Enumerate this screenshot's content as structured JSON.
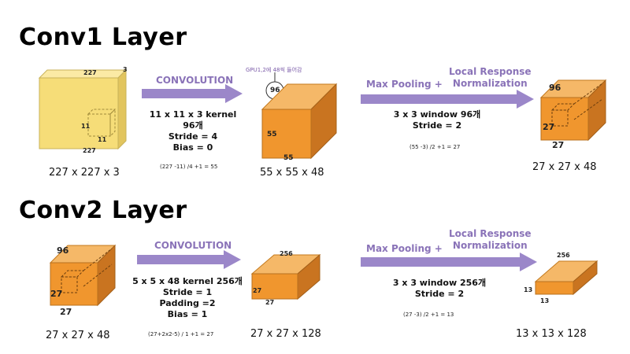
{
  "colors": {
    "arrow": "#9b87c9",
    "input": "#f6dd78",
    "block": "#f0962e",
    "text_purple": "#8a73b8"
  },
  "conv1": {
    "title": "Conv1 Layer",
    "input": {
      "top_label": "227",
      "depth_label": "3",
      "bottom_label": "227",
      "kernel_h": "11",
      "kernel_w": "11",
      "caption": "227 x 227 x 3"
    },
    "conv_arrow_label": "CONVOLUTION",
    "conv_params": [
      "11 x 11 x 3 kernel",
      "96개",
      "Stride = 4",
      "Bias = 0"
    ],
    "conv_formula": "(227 -11) /4 +1 = 55",
    "gpu_note": "GPU1,2에 48씩 들어감",
    "gpu_circle": "96",
    "block1": {
      "side_label": "55",
      "bottom_label": "55",
      "caption": "55 x 55 x 48"
    },
    "pool_label": "Max Pooling +",
    "lrn_label": [
      "Local Response",
      "Normalization"
    ],
    "pool_params": [
      "3 x 3 window 96개",
      "Stride = 2"
    ],
    "pool_formula": "(55 -3) /2 +1 = 27",
    "block2": {
      "top_label": "96",
      "side_label": "27",
      "bottom_label": "27",
      "caption": "27 x 27 x 48"
    }
  },
  "conv2": {
    "title": "Conv2 Layer",
    "input": {
      "top_label": "96",
      "side_label": "27",
      "bottom_label": "27",
      "caption": "27 x 27 x 48"
    },
    "conv_arrow_label": "CONVOLUTION",
    "conv_params": [
      "5 x 5 x 48 kernel 256개",
      "Stride = 1",
      "Padding =2",
      "Bias = 1"
    ],
    "conv_formula": "(27+2x2-5) / 1 +1 = 27",
    "block1": {
      "top_label": "256",
      "side_label": "27",
      "bottom_label": "27",
      "caption": "27 x 27 x 128"
    },
    "pool_label": "Max Pooling +",
    "lrn_label": [
      "Local Response",
      "Normalization"
    ],
    "pool_params": [
      "3 x 3 window 256개",
      "Stride = 2"
    ],
    "pool_formula": "(27 -3) /2 +1 = 13",
    "block2": {
      "top_label": "256",
      "side_label": "13",
      "bottom_label": "13",
      "caption": "13 x 13 x 128"
    }
  }
}
